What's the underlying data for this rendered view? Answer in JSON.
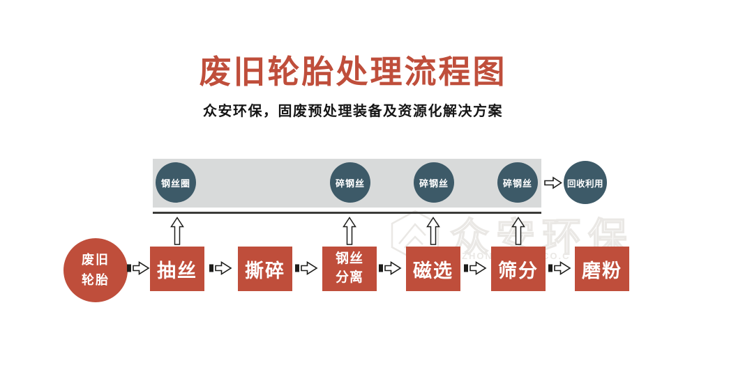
{
  "page": {
    "title": "废旧轮胎处理流程图",
    "subtitle": "众安环保，固废预处理装备及资源化解决方案"
  },
  "colors": {
    "accent_red": "#BF4E3B",
    "teal_dark": "#3D5A68",
    "band_gray": "#D8DADA",
    "line_dark": "#3B3B39"
  },
  "flow": {
    "source": {
      "label": "废旧\n轮胎"
    },
    "steps": [
      {
        "label": "抽丝"
      },
      {
        "label": "撕碎"
      },
      {
        "label": "钢丝\n分离"
      },
      {
        "label": "磁选"
      },
      {
        "label": "筛分"
      },
      {
        "label": "磨粉"
      }
    ]
  },
  "outputs": {
    "items": [
      {
        "label": "钢丝圈"
      },
      {
        "label": "碎钢丝"
      },
      {
        "label": "碎钢丝"
      },
      {
        "label": "碎钢丝"
      }
    ],
    "recycle": {
      "label": "回收利用"
    }
  },
  "watermark": {
    "text": "众安环保",
    "sub_left": "ZHON",
    "sub_right": "CO.C"
  }
}
